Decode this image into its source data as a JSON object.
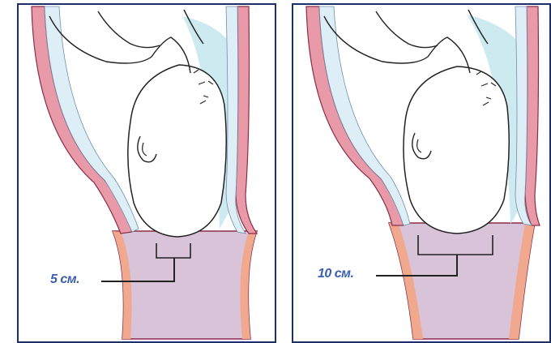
{
  "colors": {
    "background": "#ffffff",
    "panel_border": "#1a2f6b",
    "uterine_wall": "#e89aa8",
    "wall_edge": "#8a2e45",
    "membrane": "#ddeef6",
    "amniotic_fluid": "#cdeaf1",
    "vaginal_canal": "#d9c3d8",
    "vaginal_wall": "#f0a98e",
    "ink": "#222222",
    "label": "#3b5fb0"
  },
  "panels": [
    {
      "label": "5 см.",
      "dilation_cm": 5
    },
    {
      "label": "10 см.",
      "dilation_cm": 10
    }
  ]
}
